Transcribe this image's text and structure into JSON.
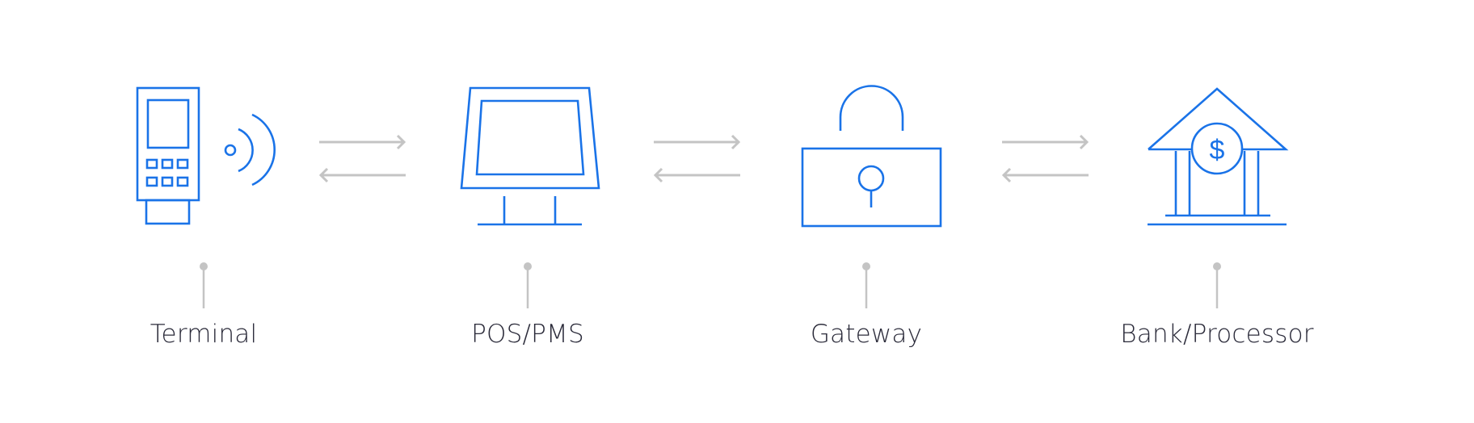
{
  "colors": {
    "icon_stroke": "#1a73e8",
    "connector": "#c4c4c4",
    "label_text": "#2b2b3a",
    "background": "#ffffff"
  },
  "nodes": [
    {
      "id": "terminal",
      "icon": "card-terminal-icon",
      "label": "Terminal"
    },
    {
      "id": "pos-pms",
      "icon": "pos-monitor-icon",
      "label": "POS/PMS"
    },
    {
      "id": "gateway",
      "icon": "padlock-icon",
      "label": "Gateway"
    },
    {
      "id": "bank",
      "icon": "bank-icon",
      "label": "Bank/Processor"
    }
  ],
  "flows": [
    {
      "from": "terminal",
      "to": "pos-pms",
      "direction": "bidirectional"
    },
    {
      "from": "pos-pms",
      "to": "gateway",
      "direction": "bidirectional"
    },
    {
      "from": "gateway",
      "to": "bank",
      "direction": "bidirectional"
    }
  ],
  "bank_symbol": "$"
}
